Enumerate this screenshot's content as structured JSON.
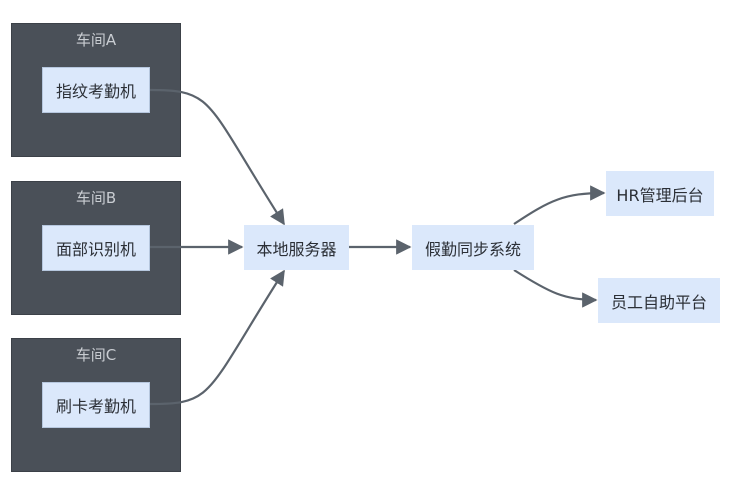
{
  "groups": [
    {
      "id": "A",
      "title": "车间A",
      "device": "指纹考勤机"
    },
    {
      "id": "B",
      "title": "车间B",
      "device": "面部识别机"
    },
    {
      "id": "C",
      "title": "车间C",
      "device": "刷卡考勤机"
    }
  ],
  "nodes": {
    "server": "本地服务器",
    "sync": "假勤同步系统",
    "hr": "HR管理后台",
    "selfservice": "员工自助平台"
  },
  "colors": {
    "group_bg": "#4a5058",
    "node_bg": "#dbe8fb",
    "edge": "#5b636c"
  }
}
